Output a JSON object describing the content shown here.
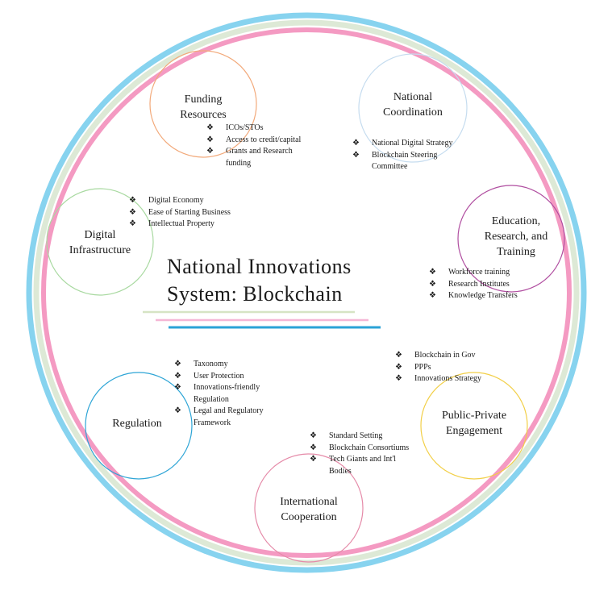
{
  "title": {
    "line1": "National Innovations",
    "line2": "System: Blockchain"
  },
  "colors": {
    "outer_ring": "#87d3ef",
    "middle_ring": "#dde9d6",
    "inner_ring": "#f49ac2",
    "title_underline_green": "#d6e4c4",
    "title_underline_pink": "#f5b6d5",
    "title_underline_blue": "#2aa2d6"
  },
  "nodes": {
    "funding": {
      "label_l1": "Funding",
      "label_l2": "Resources",
      "color": "#f2a97a",
      "bullets": [
        "ICOs/STOs",
        "Access to credit/capital",
        "Grants and Research funding"
      ]
    },
    "national": {
      "label_l1": "National",
      "label_l2": "Coordination",
      "color": "#c5dcef",
      "bullets": [
        "National Digital Strategy",
        "Blockchain Steering Committee"
      ]
    },
    "digital": {
      "label_l1": "Digital",
      "label_l2": "Infrastructure",
      "color": "#a8d9a0",
      "bullets": [
        "Digital Economy",
        "Ease of Starting Business",
        "Intellectual Property"
      ]
    },
    "education": {
      "label_l1": "Education,",
      "label_l2": "Research, and",
      "label_l3": "Training",
      "color": "#b04ea0",
      "bullets": [
        "Workforce training",
        "Research Institutes",
        "Knowledge Transfers"
      ]
    },
    "public_private": {
      "label_l1": "Public-Private",
      "label_l2": "Engagement",
      "color": "#f2cf47",
      "bullets": [
        "Blockchain in Gov",
        "PPPs",
        "Innovations Strategy"
      ]
    },
    "regulation": {
      "label_l1": "Regulation",
      "color": "#2ea5d6",
      "bullets": [
        "Taxonomy",
        "User Protection",
        "Innovations-friendly Regulation",
        "Legal and Regulatory Framework"
      ]
    },
    "international": {
      "label_l1": "International",
      "label_l2": "Cooperation",
      "color": "#e58aa8",
      "bullets": [
        "Standard Setting",
        "Blockchain Consortiums",
        "Tech Giants and Int'l Bodies"
      ]
    }
  }
}
